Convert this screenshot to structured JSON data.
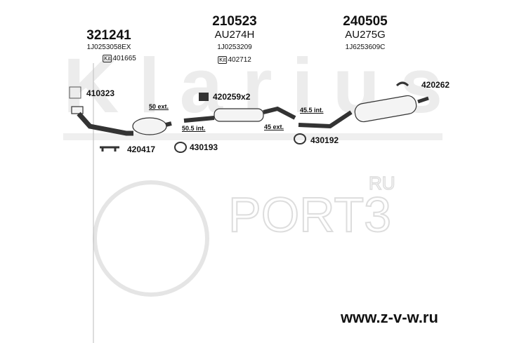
{
  "watermarks": {
    "brand": "Klarius",
    "port": "PORT3",
    "ru": "RU",
    "site": "www.z-v-w.ru"
  },
  "sections": [
    {
      "part": "321241",
      "ref": "1J0253058EX",
      "kit_label": "Kit",
      "kit": "401665"
    },
    {
      "part": "210523",
      "oe": "AU274H",
      "ref": "1J0253209",
      "kit_label": "Kit",
      "kit": "402712"
    },
    {
      "part": "240505",
      "oe": "AU275G",
      "ref": "1J6253609C"
    }
  ],
  "parts": {
    "gasket": "410323",
    "clamp": "420259x2",
    "hanger_rear": "420262",
    "bracket": "420417",
    "mount1": "430193",
    "mount2": "430192"
  },
  "dimensions": {
    "d1": "50 ext.",
    "d2": "50.5 int.",
    "d3": "45 ext.",
    "d4": "45.5 int."
  }
}
